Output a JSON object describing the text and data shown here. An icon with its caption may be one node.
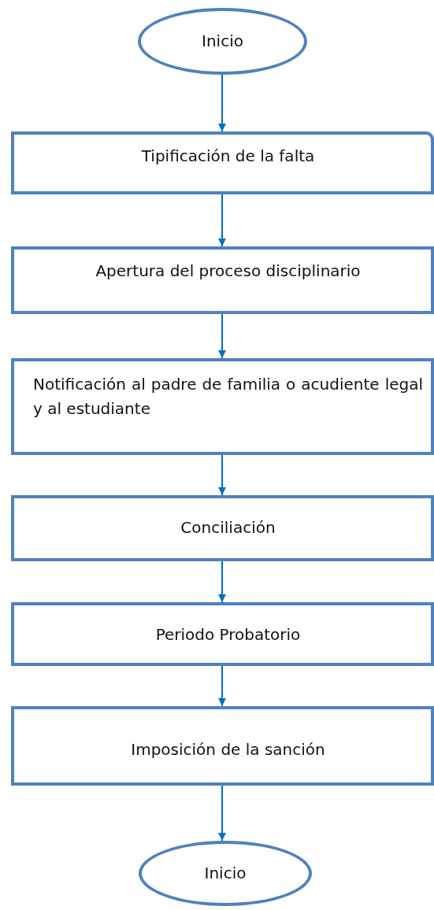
{
  "diagram": {
    "nodes": [
      {
        "text": [
          "Inicio"
        ]
      },
      {
        "text": [
          "Tipificación de la falta"
        ]
      },
      {
        "text": [
          "Apertura del proceso disciplinario"
        ]
      },
      {
        "text": [
          "Notificación al padre de familia o acudiente legal y al estudiante"
        ]
      },
      {
        "text": [
          "Conciliación"
        ]
      },
      {
        "text": [
          "Periodo Probatorio"
        ]
      },
      {
        "text": [
          "Imposición de la sanción"
        ]
      },
      {
        "text": [
          "Inicio"
        ]
      }
    ],
    "edges": [
      {
        "from": 0,
        "to": 1,
        "arrow": "to"
      },
      {
        "from": 1,
        "to": 2,
        "arrow": "to"
      },
      {
        "from": 2,
        "to": 3,
        "arrow": "to"
      },
      {
        "from": 3,
        "to": 4,
        "arrow": "to"
      },
      {
        "from": 4,
        "to": 5,
        "arrow": "to"
      },
      {
        "from": 5,
        "to": 6,
        "arrow": "to"
      },
      {
        "from": 6,
        "to": 7,
        "arrow": "to"
      }
    ]
  }
}
